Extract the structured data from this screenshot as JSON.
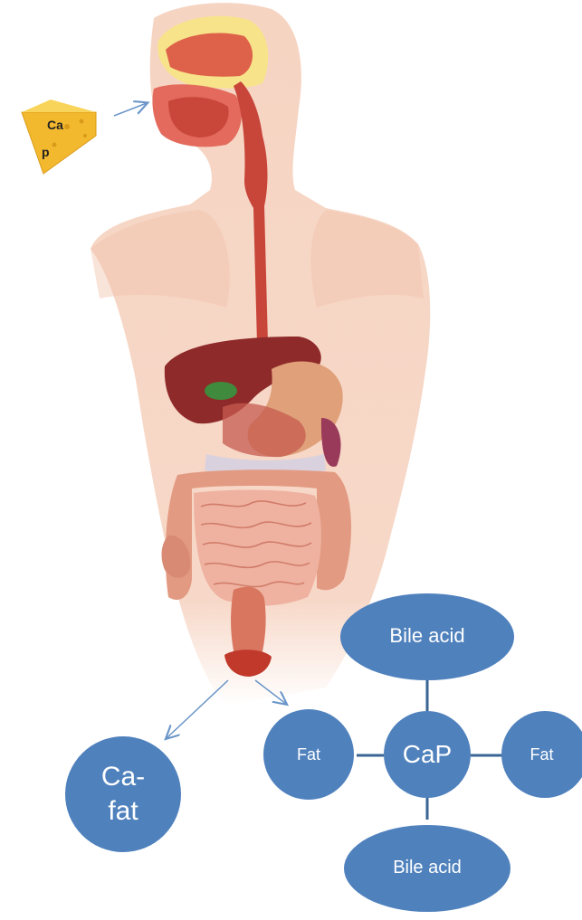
{
  "cheese": {
    "line1": "Ca",
    "line2": "p"
  },
  "nodes": {
    "bile_top": "Bile acid",
    "fat_left": "Fat",
    "center": "CaP",
    "fat_right": "Fat",
    "bile_bottom": "Bile acid",
    "ca_fat_line1": "Ca-",
    "ca_fat_line2": "fat"
  },
  "colors": {
    "node_fill": "#4f81bd",
    "connector": "#3a6594",
    "arrow": "#6a95c8",
    "skin": "#f6d2c0",
    "esophagus": "#c8453a",
    "liver": "#8e2a2a",
    "stomach": "#e0a07a",
    "intestine": "#e8a88e",
    "cheese": "#f3b92e"
  },
  "icons": [
    "cheese-icon",
    "body-illustration",
    "arrow-icon"
  ]
}
